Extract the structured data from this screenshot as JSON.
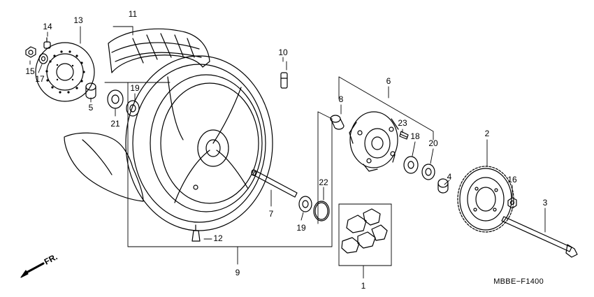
{
  "diagram": {
    "drawing_code": "MBBE−F1400",
    "direction_label": "FR.",
    "callouts": [
      "1",
      "2",
      "3",
      "4",
      "5",
      "6",
      "7",
      "8",
      "9",
      "10",
      "11",
      "12",
      "13",
      "14",
      "15",
      "16",
      "17",
      "18",
      "19",
      "19",
      "20",
      "21",
      "22",
      "23"
    ]
  },
  "colors": {
    "line": "#000000",
    "background": "#ffffff"
  }
}
